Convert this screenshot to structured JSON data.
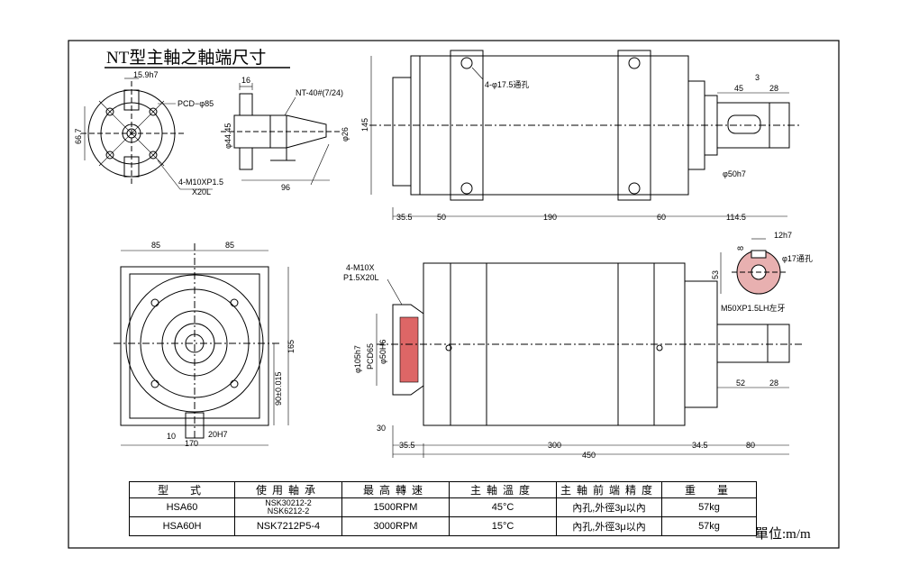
{
  "title": "NT型主軸之軸端尺寸",
  "unit_label": "單位:m/m",
  "front_view": {
    "d_keyway": "15.9h7",
    "pcd": "PCD−φ85",
    "height": "66.7",
    "bolt": "4-M10XP1.5",
    "bolt_depth": "X20L"
  },
  "taper_view": {
    "taper": "NT-40#(7/24)",
    "d1": "16",
    "d2": "φ44.45",
    "d3": "φ26",
    "length": "96"
  },
  "side_view_top": {
    "hole": "4-φ17.5通孔",
    "height": "145",
    "d_shaft": "φ50h7",
    "s1": "3",
    "s2": "45",
    "s3": "28",
    "b1": "35.5",
    "b2": "50",
    "b3": "190",
    "b4": "60",
    "b5": "114.5"
  },
  "square_view": {
    "w1": "85",
    "w2": "85",
    "h1": "165",
    "h2": "90±0.015",
    "key_w": "20H7",
    "key_t": "10",
    "bottom": "170"
  },
  "side_view_bottom": {
    "bolt": "4-M10X",
    "bolt_depth": "P1.5X20L",
    "d1": "φ105h7",
    "pcd": "PCD65",
    "d2": "φ50H6",
    "thread": "M50XP1.5LH左牙",
    "s1": "52",
    "s2": "28",
    "b1": "30",
    "b2": "35.5",
    "b3": "300",
    "b4": "34.5",
    "b5": "80",
    "total": "450"
  },
  "section_view": {
    "key": "12h7",
    "depth": "8",
    "height": "53",
    "hole": "φ17通孔"
  },
  "table": {
    "headers": [
      "型　式",
      "使用軸承",
      "最高轉速",
      "主軸溫度",
      "主軸前端精度",
      "重　量"
    ],
    "rows": [
      {
        "model": "HSA60",
        "bearing_1": "NSK30212-2",
        "bearing_2": "NSK6212-2",
        "speed": "1500RPM",
        "temp": "45°C",
        "precision": "內孔,外徑3μ以內",
        "weight": "57kg"
      },
      {
        "model": "HSA60H",
        "bearing_1": "NSK7212P5-4",
        "bearing_2": "",
        "speed": "3000RPM",
        "temp": "15°C",
        "precision": "內孔,外徑3μ以內",
        "weight": "57kg"
      }
    ]
  }
}
